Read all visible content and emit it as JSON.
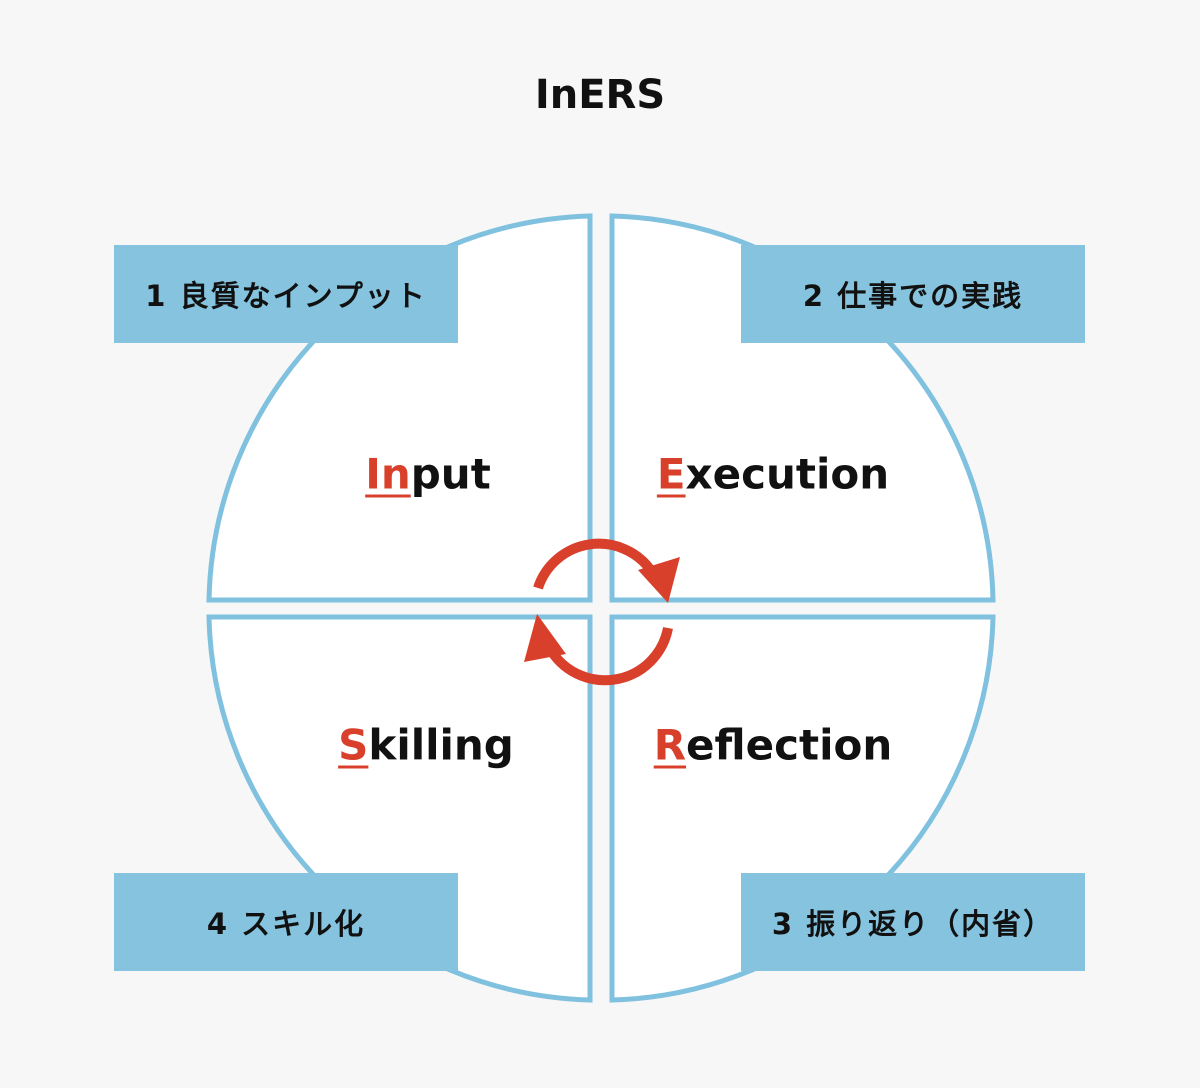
{
  "title": "InERS",
  "colors": {
    "accent": "#d9402c",
    "outline": "#7fc1de",
    "label_bg": "#85c3de"
  },
  "quadrants": [
    {
      "initial": "In",
      "rest": "put",
      "label": "1 良質なインプット"
    },
    {
      "initial": "E",
      "rest": "xecution",
      "label": "2 仕事での実践"
    },
    {
      "initial": "R",
      "rest": "eflection",
      "label": "3 振り返り（内省）"
    },
    {
      "initial": "S",
      "rest": "killing",
      "label": "4 スキル化"
    }
  ]
}
